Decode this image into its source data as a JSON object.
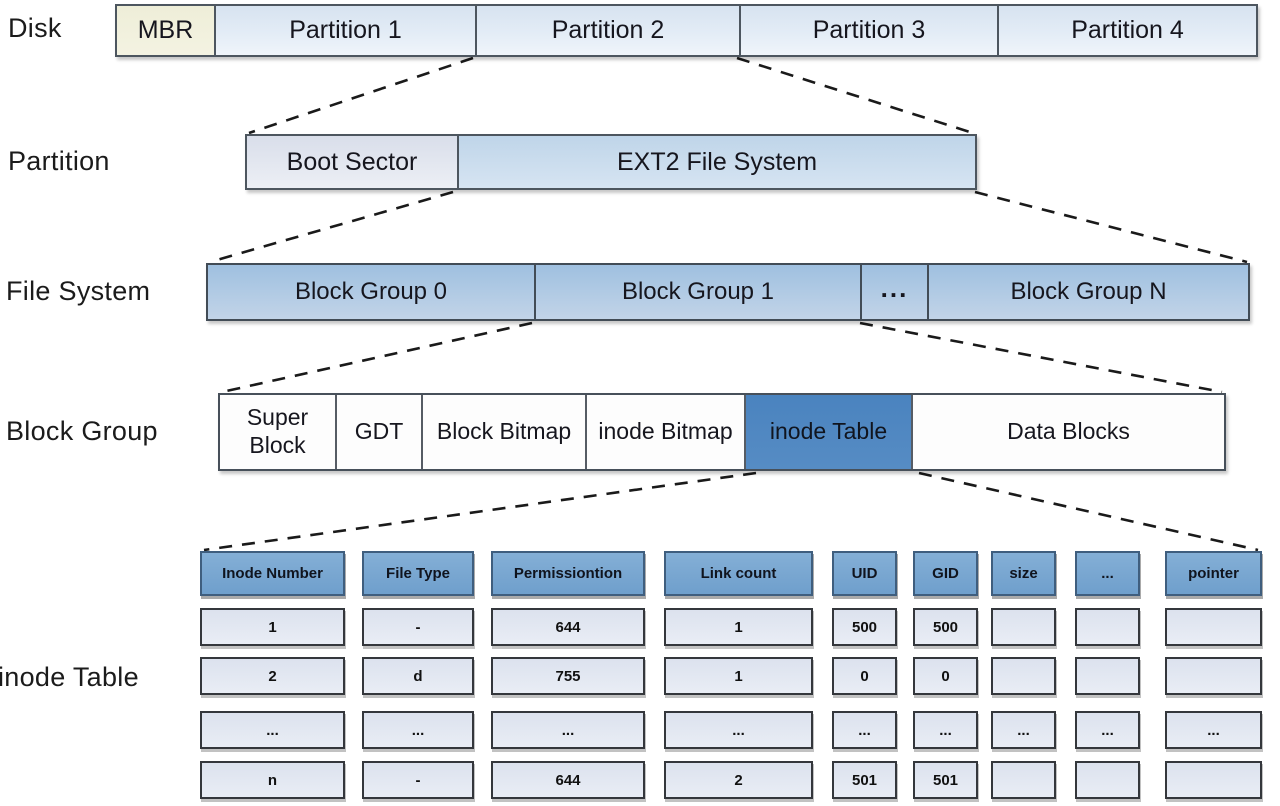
{
  "rows": {
    "disk": {
      "label": "Disk",
      "cells": [
        "MBR",
        "Partition 1",
        "Partition 2",
        "Partition 3",
        "Partition 4"
      ]
    },
    "partition": {
      "label": "Partition",
      "cells": [
        "Boot Sector",
        "EXT2 File System"
      ]
    },
    "file_system": {
      "label": "File System",
      "cells": [
        "Block Group 0",
        "Block Group 1",
        "...",
        "Block Group N"
      ]
    },
    "block_group": {
      "label": "Block Group",
      "cells": [
        "Super Block",
        "GDT",
        "Block Bitmap",
        "inode Bitmap",
        "inode Table",
        "Data Blocks"
      ]
    },
    "inode_table": {
      "label": "inode Table"
    }
  },
  "table": {
    "headers": [
      "Inode Number",
      "File Type",
      "Permissiontion",
      "Link count",
      "UID",
      "GID",
      "size",
      "...",
      "pointer"
    ],
    "rows": [
      [
        "1",
        "-",
        "644",
        "1",
        "500",
        "500",
        "",
        "",
        ""
      ],
      [
        "2",
        "d",
        "755",
        "1",
        "0",
        "0",
        "",
        "",
        ""
      ],
      [
        "...",
        "...",
        "...",
        "...",
        "...",
        "...",
        "...",
        "...",
        "..."
      ],
      [
        "n",
        "-",
        "644",
        "2",
        "501",
        "501",
        "",
        "",
        ""
      ]
    ]
  },
  "colors": {
    "mbr_fill": "#f0efdb",
    "partition_fill": "#dde7f2",
    "boot_sector_fill": "#dfe3ee",
    "ext2_fill": "#c6daec",
    "block_group_fill": "#a9c6e3",
    "white_cell_fill": "#fdfdfd",
    "inode_table_cell_fill": "#4d86c0",
    "table_header_fill": "#7aa7d0",
    "table_data_fill": "#dee4f0",
    "border_dark": "#4d565f",
    "connector_color": "#1a1a1a"
  }
}
